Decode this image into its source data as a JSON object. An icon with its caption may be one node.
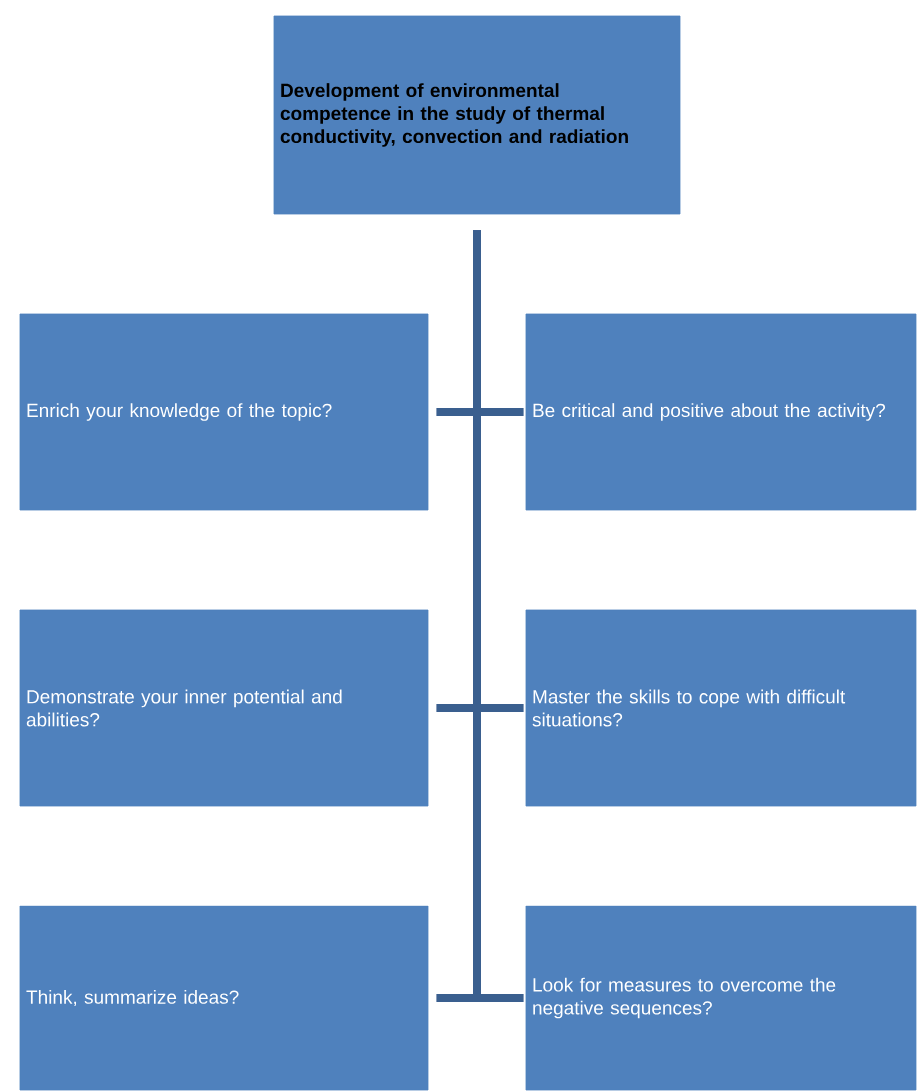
{
  "diagram": {
    "nodes": [
      {
        "text": [
          "Development of environmental competence in the study of thermal conductivity, convection and radiation"
        ]
      },
      {
        "text": [
          "Enrich your knowledge of the topic?"
        ]
      },
      {
        "text": [
          "Be critical and positive about the activity?"
        ]
      },
      {
        "text": [
          "Demonstrate your inner potential and abilities?"
        ]
      },
      {
        "text": [
          "Master the skills to cope with difficult situations?"
        ]
      },
      {
        "text": [
          "Think, summarize ideas?"
        ]
      },
      {
        "text": [
          "Look for measures to overcome the negative sequences?"
        ]
      }
    ],
    "edges": [
      {
        "from": 0,
        "to": 1,
        "arrow": "none"
      },
      {
        "from": 0,
        "to": 2,
        "arrow": "none"
      },
      {
        "from": 0,
        "to": 3,
        "arrow": "none"
      },
      {
        "from": 0,
        "to": 4,
        "arrow": "none"
      },
      {
        "from": 0,
        "to": 5,
        "arrow": "none"
      },
      {
        "from": 0,
        "to": 6,
        "arrow": "none"
      }
    ]
  }
}
